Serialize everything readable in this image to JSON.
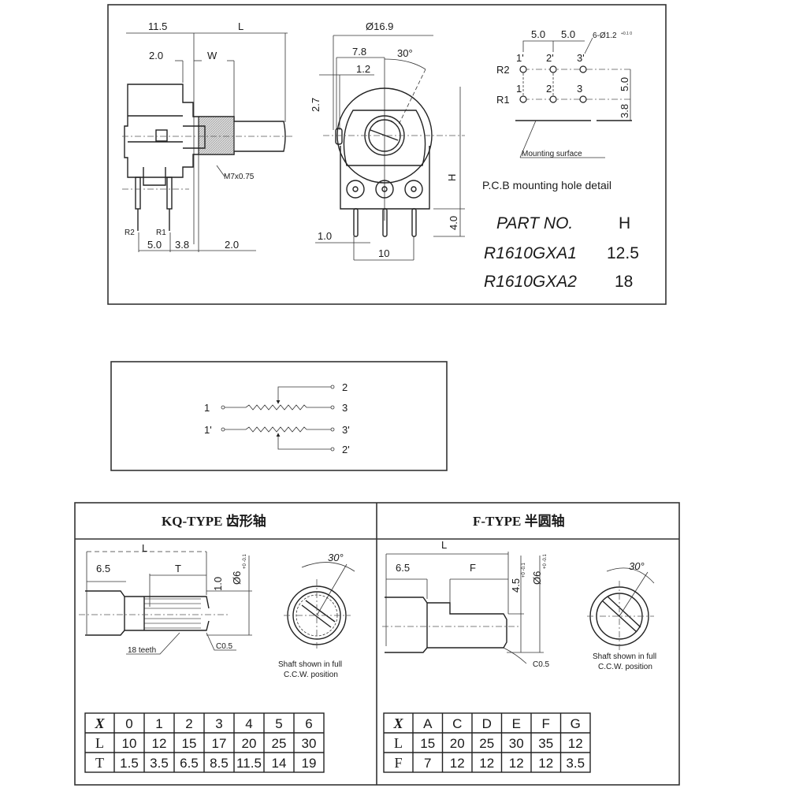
{
  "side_view": {
    "dims": {
      "d11_5": "11.5",
      "L": "L",
      "d2_0_top": "2.0",
      "W": "W",
      "thread": "M7x0.75",
      "R2": "R2",
      "R1": "R1",
      "d5_0": "5.0",
      "d3_8": "3.8",
      "d2_0_bottom": "2.0"
    }
  },
  "front_view": {
    "dims": {
      "diameter": "Ø16.9",
      "d7_8": "7.8",
      "angle": "30°",
      "d1_2": "1.2",
      "d2_7": "2.7",
      "H": "H",
      "d4_0": "4.0",
      "d1_0": "1.0",
      "d10": "10"
    }
  },
  "pcb_detail": {
    "pitch1": "5.0",
    "pitch2": "5.0",
    "hole_spec": "6-Ø1.2",
    "hole_tol": "+0.1 0",
    "row2_pins": [
      "1'",
      "2'",
      "3'"
    ],
    "row1_pins": [
      "1",
      "2",
      "3"
    ],
    "row2_label": "R2",
    "row1_label": "R1",
    "vert1": "5.0",
    "vert2": "3.8",
    "mounting_surface": "Mounting surface",
    "title": "P.C.B mounting hole detail"
  },
  "part_table": {
    "headers": [
      "PART NO.",
      "H"
    ],
    "rows": [
      [
        "R1610GXA1",
        "12.5"
      ],
      [
        "R1610GXA2",
        "18"
      ]
    ]
  },
  "schematic": {
    "pins": {
      "p1": "1",
      "p2": "2",
      "p3": "3",
      "p1b": "1'",
      "p2b": "2'",
      "p3b": "3'"
    }
  },
  "kq_type": {
    "title": "KQ-TYPE 齿形轴",
    "dims": {
      "L": "L",
      "d6_5": "6.5",
      "T": "T",
      "d1_0": "1.0",
      "dia": "Ø6",
      "tol": "+0 -0.1",
      "angle": "30°",
      "teeth": "18 teeth",
      "chamfer": "C0.5"
    },
    "note": [
      "Shaft shown in full",
      "C.C.W. position"
    ],
    "table": {
      "header": [
        "X",
        "0",
        "1",
        "2",
        "3",
        "4",
        "5",
        "6"
      ],
      "rows": [
        [
          "L",
          "10",
          "12",
          "15",
          "17",
          "20",
          "25",
          "30"
        ],
        [
          "T",
          "1.5",
          "3.5",
          "6.5",
          "8.5",
          "11.5",
          "14",
          "19"
        ]
      ]
    }
  },
  "f_type": {
    "title": "F-TYPE 半圆轴",
    "dims": {
      "L": "L",
      "d6_5": "6.5",
      "F": "F",
      "d4_5": "4.5",
      "tol": "+0 -0.1",
      "dia": "Ø6",
      "tol2": "+0 -0.1",
      "angle": "30°",
      "chamfer": "C0.5"
    },
    "note": [
      "Shaft shown in full",
      "C.C.W. position"
    ],
    "table": {
      "header": [
        "X",
        "A",
        "C",
        "D",
        "E",
        "F",
        "G"
      ],
      "rows": [
        [
          "L",
          "15",
          "20",
          "25",
          "30",
          "35",
          "12"
        ],
        [
          "F",
          "7",
          "12",
          "12",
          "12",
          "12",
          "3.5"
        ]
      ]
    }
  }
}
